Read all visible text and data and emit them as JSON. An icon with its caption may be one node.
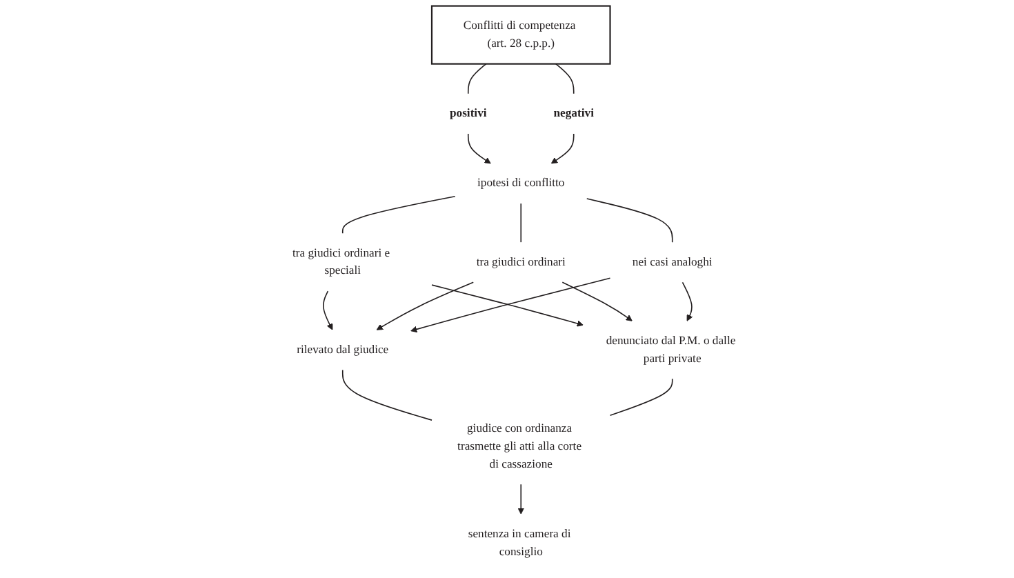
{
  "diagram": {
    "nodes": [
      {
        "text": [
          "Conflitti di competenza (art. 28 c.p.p.)"
        ]
      },
      {
        "text": [
          "positivi"
        ]
      },
      {
        "text": [
          "negativi"
        ]
      },
      {
        "text": [
          "ipotesi di conflitto"
        ]
      },
      {
        "text": [
          "tra giudici ordinari e speciali"
        ]
      },
      {
        "text": [
          "tra giudici ordinari"
        ]
      },
      {
        "text": [
          "nei casi analoghi"
        ]
      },
      {
        "text": [
          "rilevato dal giudice"
        ]
      },
      {
        "text": [
          "denunciato dal P.M. o dalle parti private"
        ]
      },
      {
        "text": [
          "giudice con ordinanza trasmette gli atti alla corte di cassazione"
        ]
      },
      {
        "text": [
          "sentenza in camera di consiglio"
        ]
      }
    ],
    "edges": [
      {
        "from": 0,
        "to": 1,
        "arrow": "none"
      },
      {
        "from": 0,
        "to": 2,
        "arrow": "none"
      },
      {
        "from": 1,
        "to": 3,
        "arrow": "to"
      },
      {
        "from": 2,
        "to": 3,
        "arrow": "to"
      },
      {
        "from": 3,
        "to": 4,
        "arrow": "none"
      },
      {
        "from": 3,
        "to": 5,
        "arrow": "none"
      },
      {
        "from": 3,
        "to": 6,
        "arrow": "none"
      },
      {
        "from": 4,
        "to": 7,
        "arrow": "to"
      },
      {
        "from": 4,
        "to": 8,
        "arrow": "to"
      },
      {
        "from": 5,
        "to": 7,
        "arrow": "to"
      },
      {
        "from": 5,
        "to": 8,
        "arrow": "to"
      },
      {
        "from": 6,
        "to": 7,
        "arrow": "to"
      },
      {
        "from": 6,
        "to": 8,
        "arrow": "to"
      },
      {
        "from": 7,
        "to": 9,
        "arrow": "none"
      },
      {
        "from": 8,
        "to": 9,
        "arrow": "none"
      },
      {
        "from": 9,
        "to": 10,
        "arrow": "to"
      }
    ]
  }
}
